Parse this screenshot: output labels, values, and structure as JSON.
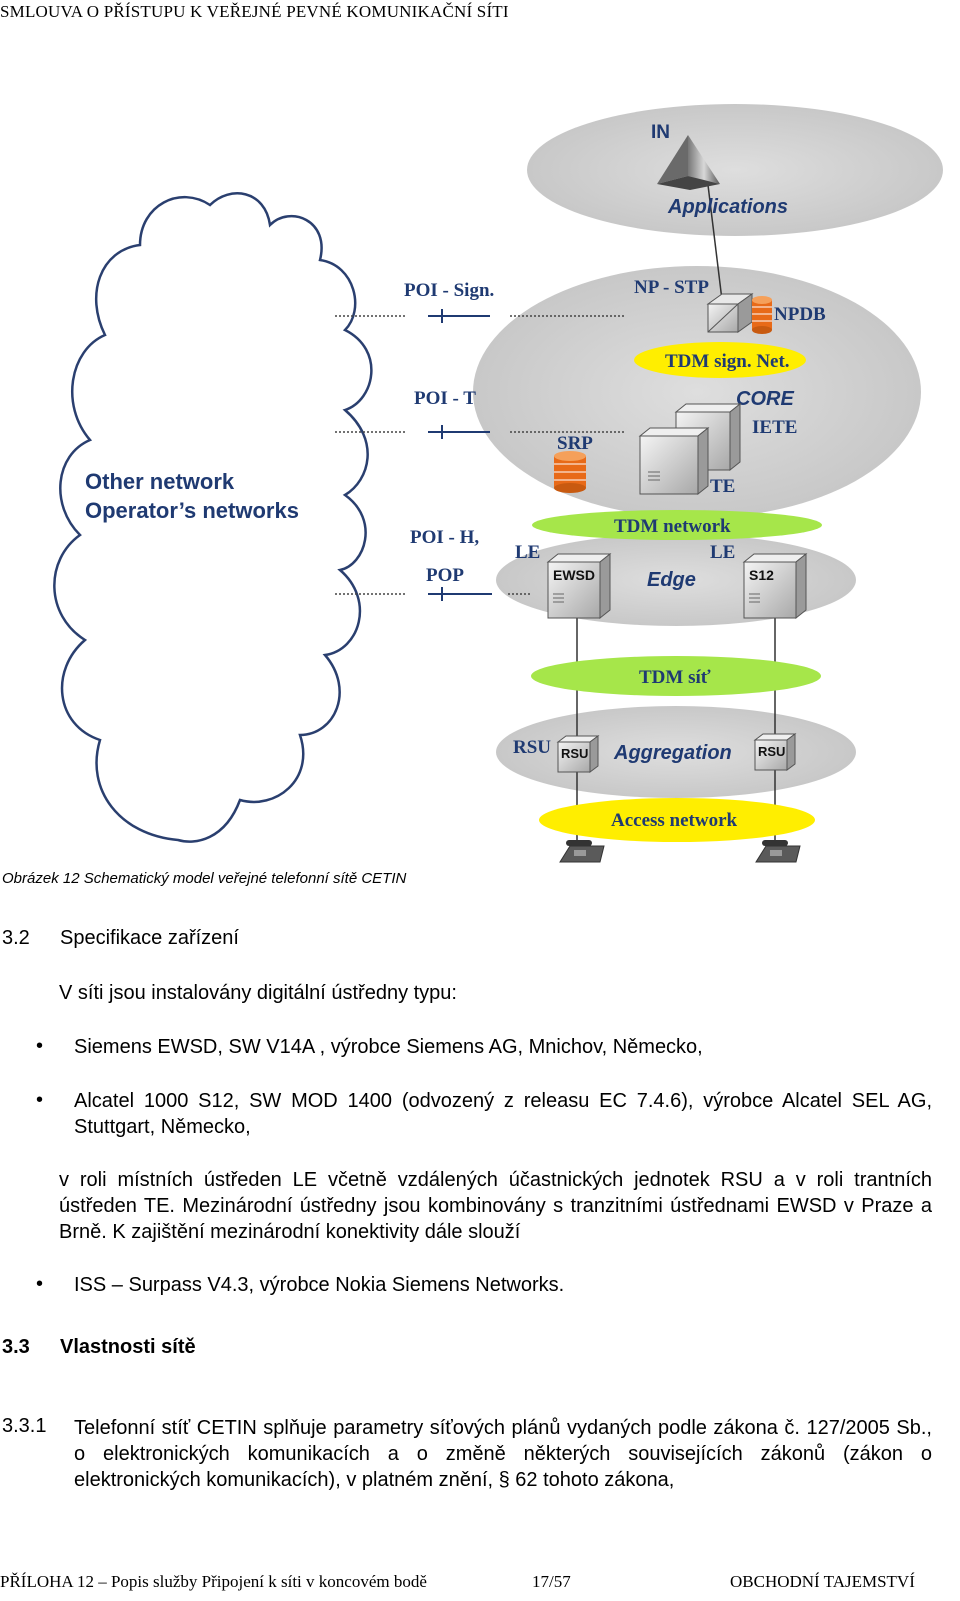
{
  "header": {
    "title": "SMLOUVA O PŘÍSTUPU K VEŘEJNÉ PEVNÉ KOMUNIKAČNÍ SÍTI"
  },
  "figure": {
    "cloud_label_1": "Other network",
    "cloud_label_2": "Operator’s networks",
    "in": "IN",
    "applications": "Applications",
    "poi_sign": "POI - Sign.",
    "np_stp": "NP - STP",
    "npdb": "NPDB",
    "tdm_sign_net": "TDM sign. Net.",
    "poi_t": "POI - T",
    "core": "CORE",
    "iete": "IETE",
    "srp": "SRP",
    "te": "TE",
    "poi_h": "POI - H,",
    "pop": "POP",
    "le_left": "LE",
    "le_right": "LE",
    "tdm_network": "TDM network",
    "ewsd": "EWSD",
    "edge": "Edge",
    "s12": "S12",
    "tdm_sit": "TDM síť",
    "rsu_label": "RSU",
    "rsu_box": "RSU",
    "aggregation": "Aggregation",
    "access_network": "Access network",
    "colors": {
      "ellipse": "#d2d2d2",
      "yellow": "#ffee00",
      "green": "#a6e64a",
      "orange": "#f07820",
      "blue_text": "#1f3a72"
    }
  },
  "caption": "Obrázek 12 Schematický model veřejné telefonní sítě CETIN",
  "section_3_2": {
    "number": "3.2",
    "title": "Specifikace zařízení"
  },
  "intro": "V síti jsou instalovány digitální ústředny typu:",
  "bullets": [
    "Siemens EWSD, SW  V14A ,  výrobce Siemens AG, Mnichov, Německo,",
    "Alcatel 1000 S12,   SW MOD 1400 (odvozený z releasu   EC 7.4.6), výrobce Alcatel SEL AG,  Stuttgart,  Německo,"
  ],
  "paragraph": "v roli místních ústředen LE včetně vzdálených účastnických jednotek RSU a v roli trantních ústředen TE.  Mezinárodní ústředny jsou kombinovány s tranzitními ústřednami EWSD v Praze a Brně. K zajištění mezinárodní konektivity dále slouží",
  "bullet_3": "ISS – Surpass V4.3, výrobce Nokia Siemens Networks.",
  "section_3_3": {
    "number": "3.3",
    "title": "Vlastnosti sítě"
  },
  "item_3_3_1": {
    "number": "3.3.1",
    "text": "Telefonní stíť CETIN splňuje parametry síťových plánů vydaných podle zákona č. 127/2005 Sb., o elektronických komunikacích a o změně některých souvisejících zákonů (zákon o elektronických komunikacích), v platném znění, § 62 tohoto zákona,"
  },
  "footer": {
    "left": "PŘÍLOHA 12  – Popis služby Připojení k síti v koncovém bodě",
    "page": "17/57",
    "right": "OBCHODNÍ TAJEMSTVÍ"
  }
}
